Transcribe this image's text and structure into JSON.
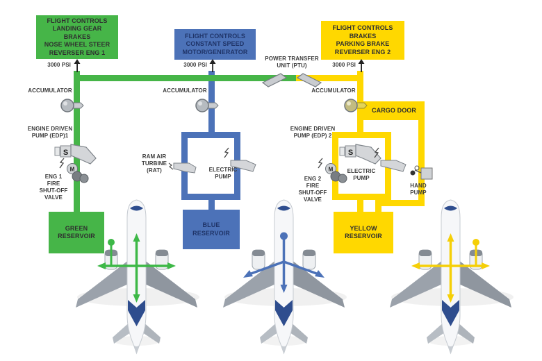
{
  "colors": {
    "green": "#46B548",
    "blue": "#4C72B8",
    "yellow": "#FFD800"
  },
  "green": {
    "box_lines": [
      "FLIGHT CONTROLS",
      "LANDING GEAR",
      "BRAKES",
      "NOSE WHEEL STEER",
      "REVERSER ENG 1"
    ],
    "psi": "3000 PSI",
    "accumulator_label": "ACCUMULATOR",
    "edp_lines": [
      "ENGINE DRIVEN",
      "PUMP (EDP)1"
    ],
    "edp_s": "S",
    "valve_m": "M",
    "valve_lines": [
      "ENG 1",
      "FIRE",
      "SHUT-OFF",
      "VALVE"
    ],
    "reservoir_lines": [
      "GREEN",
      "RESERVOIR"
    ]
  },
  "blue": {
    "box_lines": [
      "FLIGHT CONTROLS",
      "CONSTANT SPEED",
      "MOTOR/GENERATOR"
    ],
    "psi": "3000 PSI",
    "accumulator_label": "ACCUMULATOR",
    "rat_lines": [
      "RAM AIR",
      "TURBINE",
      "(RAT)"
    ],
    "electric_lines": [
      "ELECTRIC",
      "PUMP"
    ],
    "reservoir_lines": [
      "BLUE",
      "RESERVOIR"
    ]
  },
  "yellow": {
    "box_lines": [
      "FLIGHT CONTROLS",
      "BRAKES",
      "PARKING BRAKE",
      "REVERSER ENG 2"
    ],
    "psi": "3000 PSI",
    "accumulator_label": "ACCUMULATOR",
    "cargo_door": "CARGO DOOR",
    "edp_lines": [
      "ENGINE DRIVEN",
      "PUMP (EDP) 2"
    ],
    "edp_s": "S",
    "valve_m": "M",
    "valve_lines": [
      "ENG 2",
      "FIRE",
      "SHUT-OFF",
      "VALVE"
    ],
    "electric_lines": [
      "ELECTRIC",
      "PUMP"
    ],
    "hand_pump_lines": [
      "HAND",
      "PUMP"
    ],
    "reservoir_lines": [
      "YELLOW",
      "RESERVOIR"
    ]
  },
  "ptu_lines": [
    "POWER TRANSFER",
    "UNIT (PTU)"
  ]
}
